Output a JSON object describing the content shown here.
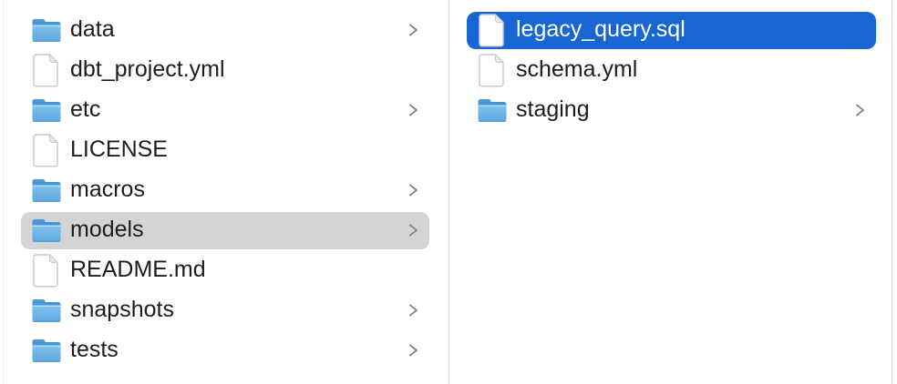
{
  "window": {
    "view": "finder-column-view"
  },
  "columns": [
    {
      "name": "left",
      "items": [
        {
          "label": "data",
          "type": "folder",
          "chevron": true,
          "selected": null
        },
        {
          "label": "dbt_project.yml",
          "type": "file",
          "chevron": false,
          "selected": null
        },
        {
          "label": "etc",
          "type": "folder",
          "chevron": true,
          "selected": null
        },
        {
          "label": "LICENSE",
          "type": "file",
          "chevron": false,
          "selected": null
        },
        {
          "label": "macros",
          "type": "folder",
          "chevron": true,
          "selected": null
        },
        {
          "label": "models",
          "type": "folder",
          "chevron": true,
          "selected": "gray"
        },
        {
          "label": "README.md",
          "type": "file",
          "chevron": false,
          "selected": null
        },
        {
          "label": "snapshots",
          "type": "folder",
          "chevron": true,
          "selected": null
        },
        {
          "label": "tests",
          "type": "folder",
          "chevron": true,
          "selected": null
        }
      ]
    },
    {
      "name": "right",
      "items": [
        {
          "label": "legacy_query.sql",
          "type": "file",
          "chevron": false,
          "selected": "blue"
        },
        {
          "label": "schema.yml",
          "type": "file",
          "chevron": false,
          "selected": null
        },
        {
          "label": "staging",
          "type": "folder",
          "chevron": true,
          "selected": null
        }
      ]
    }
  ],
  "icons": {
    "folder": "blue-folder-icon",
    "file": "blank-document-icon",
    "chevron": "chevron-right-icon"
  },
  "colors": {
    "selection_blue": "#1766d4",
    "selection_gray": "#d4d4d4",
    "divider": "#d9d9d9",
    "text": "#1d1d1f",
    "selected_text": "#ffffff",
    "chevron": "#8a8a8a",
    "folder_tab": "#4e9ad6",
    "folder_body_top": "#84c6f0",
    "folder_body_bottom": "#5fa9e0",
    "folder_strip": "#4694d3",
    "file_border": "#c9c9c9",
    "file_fold": "#e9e9e9"
  }
}
